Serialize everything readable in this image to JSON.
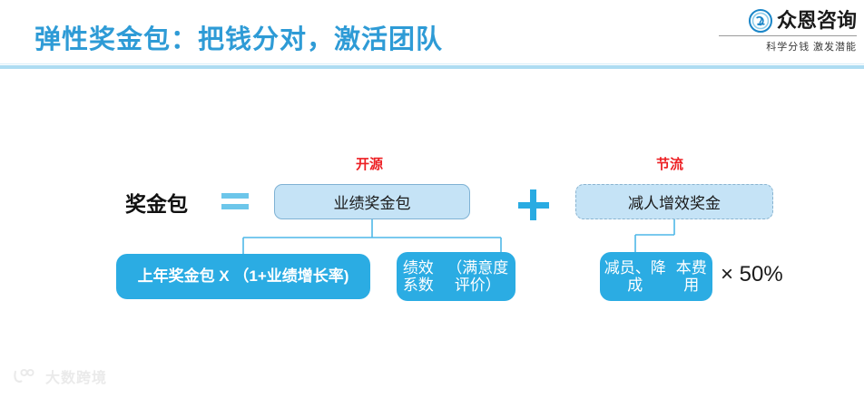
{
  "header": {
    "title": "弹性奖金包：把钱分对，激活团队",
    "title_color": "#2E9BD6",
    "rule_color": "#AEDCF2"
  },
  "logo": {
    "mark_icon": "circular-emblem-icon",
    "name": "众恩咨询",
    "tagline": "科学分钱 激发潜能"
  },
  "diagram": {
    "root_label": "奖金包",
    "equals_symbol": "=",
    "plus_symbol": "+",
    "accent_color": "#2BACE3",
    "light_fill_color": "#C5E3F6",
    "label_color": "#ED2024",
    "sections": [
      {
        "label": "开源",
        "parent_box": "业绩奖金包",
        "parent_border": "solid",
        "children": [
          "上年奖金包 X （1+业绩增长率)",
          "绩效系数\n（满意度评价）"
        ]
      },
      {
        "label": "节流",
        "parent_box": "减人增效奖金",
        "parent_border": "dashed",
        "children": [
          "减员、降成\n本费用"
        ]
      }
    ],
    "boxes": {
      "performance_pool": "业绩奖金包",
      "headcount_bonus": "减人增效奖金",
      "formula": "上年奖金包 X （1+业绩增长率)",
      "coefficient_line1": "绩效系数",
      "coefficient_line2": "（满意度评价）",
      "reduction_line1": "减员、降成",
      "reduction_line2": "本费用"
    },
    "multiplier": "× 50%"
  },
  "watermark": {
    "mark_icon": "paw-logo-icon",
    "text": "大数跨境"
  }
}
